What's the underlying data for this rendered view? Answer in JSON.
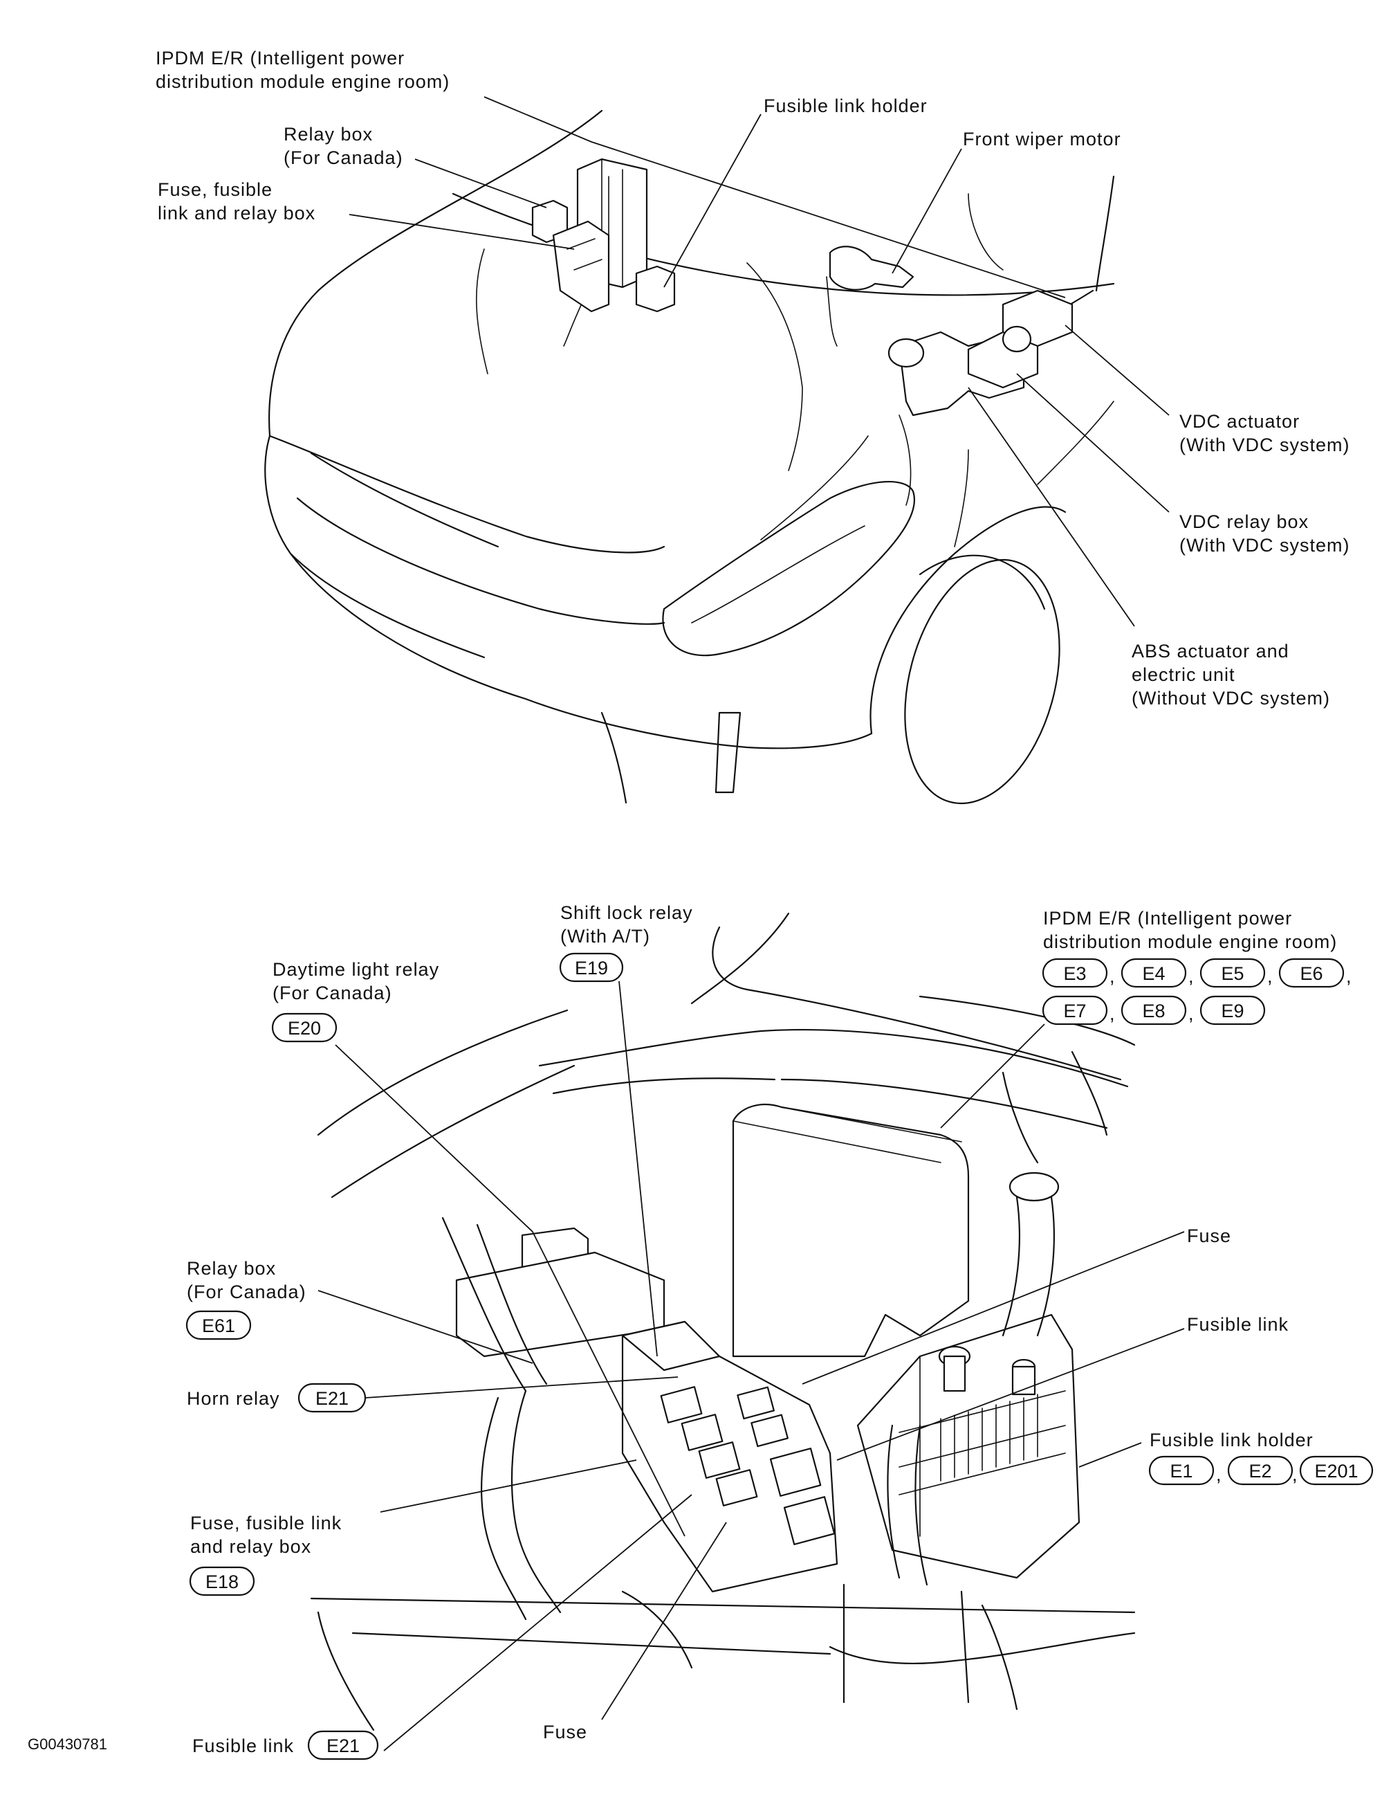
{
  "figure_id": "G00430781",
  "top_view": {
    "labels": {
      "ipdm": [
        "IPDM E/R (Intelligent power",
        "distribution module engine room)"
      ],
      "fusible_link_holder": [
        "Fusible link holder"
      ],
      "front_wiper_motor": [
        "Front wiper motor"
      ],
      "relay_box": [
        "Relay box",
        "(For Canada)"
      ],
      "fuse_box": [
        "Fuse, fusible",
        "link and relay box"
      ],
      "vdc_actuator": [
        "VDC actuator",
        "(With VDC system)"
      ],
      "vdc_relay_box": [
        "VDC relay box",
        "(With VDC system)"
      ],
      "abs_actuator": [
        "ABS actuator and",
        "electric unit",
        "(Without VDC system)"
      ]
    }
  },
  "bottom_view": {
    "labels": {
      "shift_lock_relay": [
        "Shift lock relay",
        "(With A/T)"
      ],
      "ipdm": [
        "IPDM E/R (Intelligent power",
        "distribution module engine room)"
      ],
      "daytime_light_relay": [
        "Daytime light relay",
        "(For Canada)"
      ],
      "fuse_right": [
        "Fuse"
      ],
      "fusible_link_right": [
        "Fusible link"
      ],
      "relay_box": [
        "Relay box",
        "(For Canada)"
      ],
      "horn_relay": [
        "Horn relay"
      ],
      "fusible_link_holder": [
        "Fusible link holder"
      ],
      "fuse_box": [
        "Fuse, fusible link",
        "and relay box"
      ],
      "fusible_link_bottom": [
        "Fusible link"
      ],
      "fuse_bottom": [
        "Fuse"
      ]
    },
    "connectors": {
      "shift_lock_relay": [
        "E19"
      ],
      "ipdm_row1": [
        "E3",
        "E4",
        "E5",
        "E6"
      ],
      "ipdm_row2": [
        "E7",
        "E8",
        "E9"
      ],
      "daytime_light_relay": [
        "E20"
      ],
      "relay_box": [
        "E61"
      ],
      "horn_relay": [
        "E21"
      ],
      "fusible_link_holder": [
        "E1",
        "E2",
        "E201"
      ],
      "fuse_box": [
        "E18"
      ],
      "fusible_link_bottom": [
        "E21"
      ]
    }
  }
}
